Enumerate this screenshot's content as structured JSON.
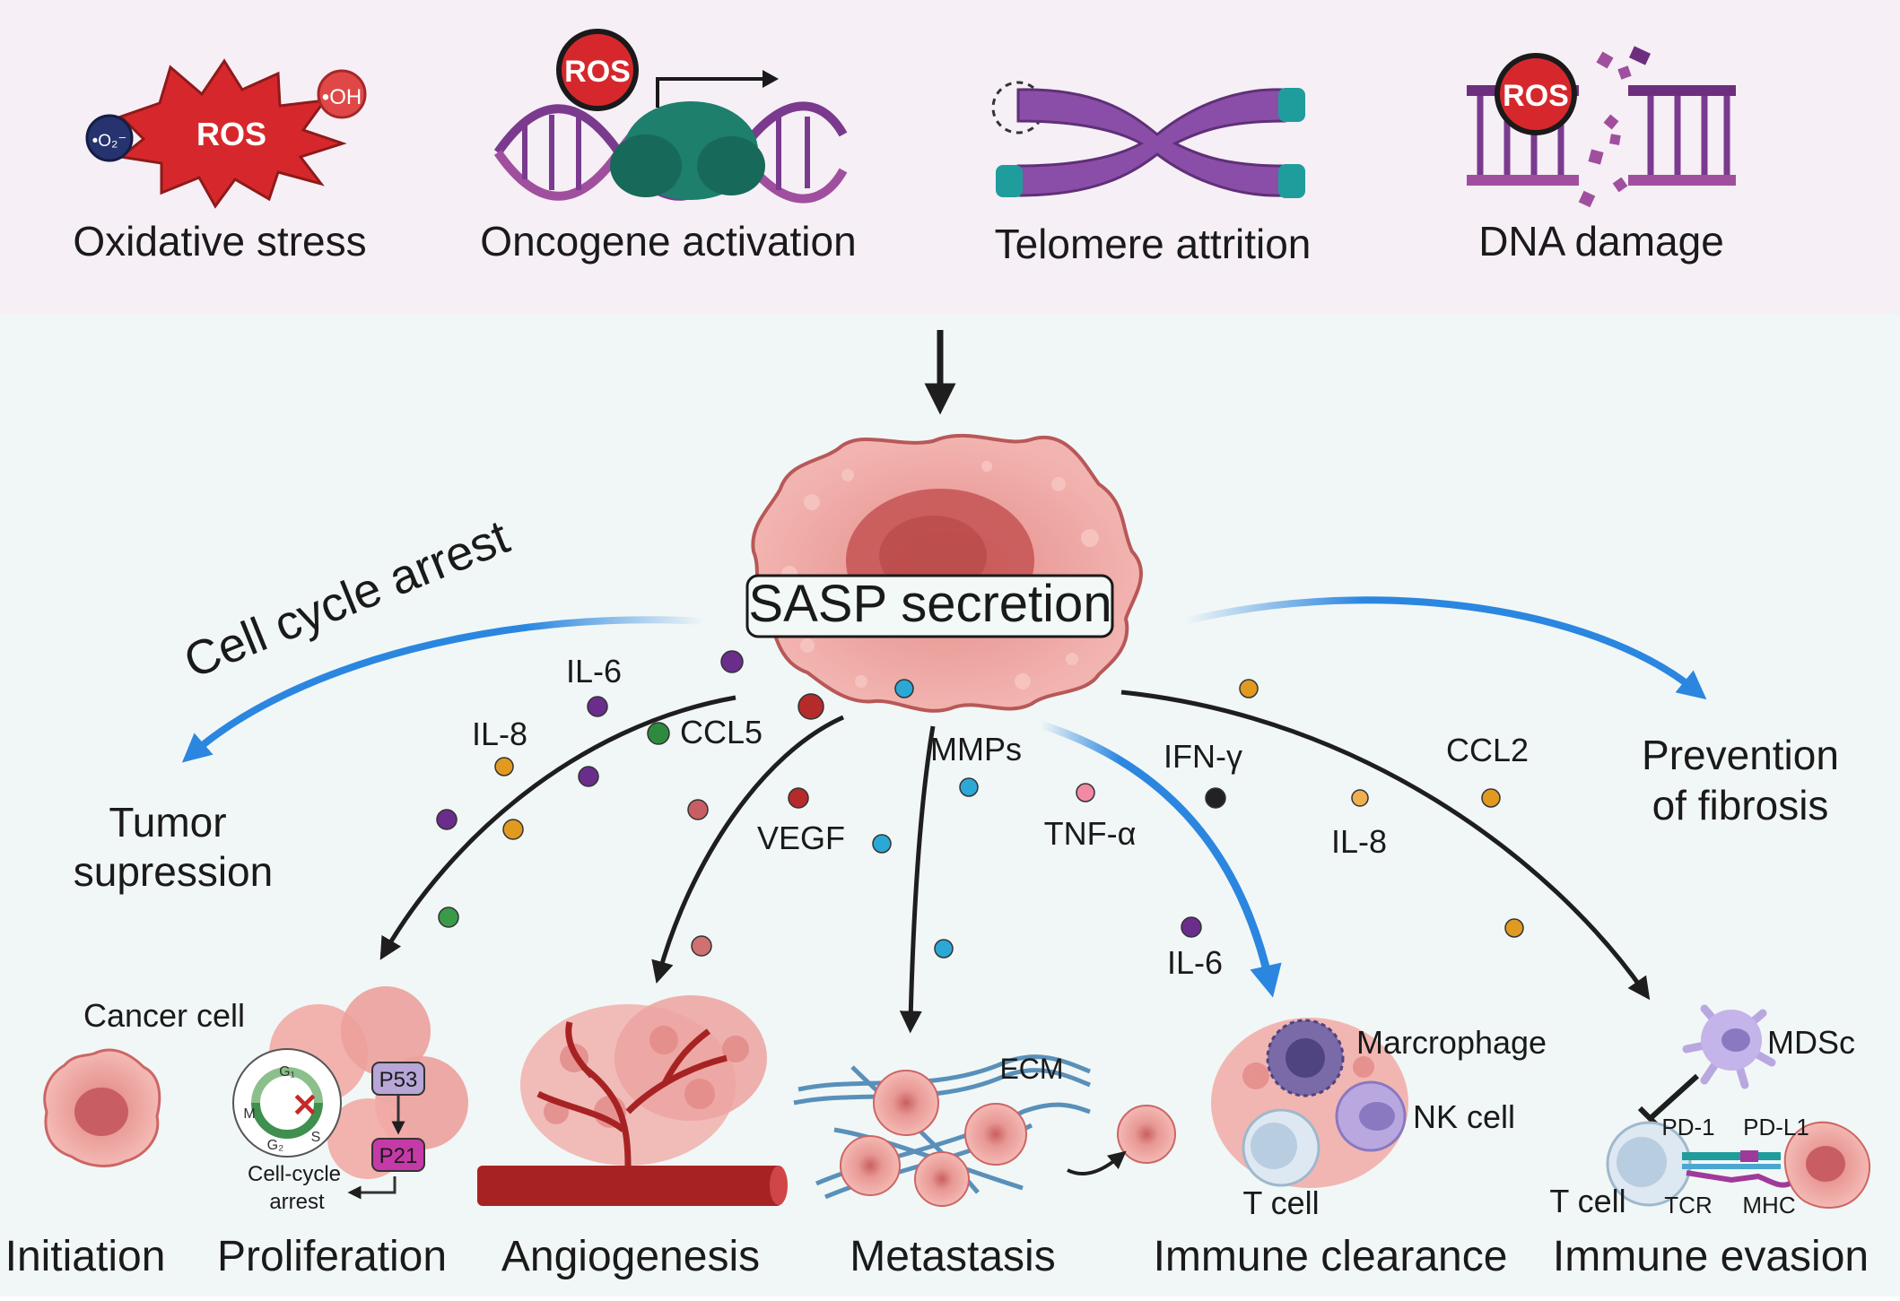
{
  "triggers": {
    "oxidative": "Oxidative stress",
    "oncogene": "Oncogene activation",
    "telomere": "Telomere attrition",
    "dna": "DNA damage",
    "ros": "ROS",
    "oh": "•OH",
    "o2": "•O₂⁻"
  },
  "center": {
    "label": "SASP secretion"
  },
  "effects": {
    "cell_cycle_arrest": "Cell cycle arrest",
    "tumor_line1": "Tumor",
    "tumor_line2": "supression",
    "fibrosis_line1": "Prevention",
    "fibrosis_line2": "of fibrosis"
  },
  "factors": {
    "il6_a": "IL-6",
    "il8_a": "IL-8",
    "ccl5": "CCL5",
    "vegf": "VEGF",
    "mmps": "MMPs",
    "tnfa": "TNF-α",
    "ifng": "IFN-γ",
    "il6_b": "IL-6",
    "ccl2": "CCL2",
    "il8_b": "IL-8"
  },
  "outcomes": {
    "initiation": "Initiation",
    "proliferation": "Proliferation",
    "angiogenesis": "Angiogenesis",
    "metastasis": "Metastasis",
    "clearance": "Immune clearance",
    "evasion": "Immune evasion"
  },
  "cells": {
    "cancer": "Cancer cell",
    "macrophage": "Marcrophage",
    "nk": "NK cell",
    "tcell_a": "T cell",
    "mdsc": "MDSc",
    "pd1": "PD-1",
    "pdl1": "PD-L1",
    "tcell_b": "T cell",
    "tcr": "TCR",
    "mhc": "MHC",
    "ecm": "ECM",
    "p53": "P53",
    "p21": "P21",
    "arrest_line1": "Cell-cycle",
    "arrest_line2": "arrest",
    "g1": "G₁",
    "g2": "G₂",
    "m": "M",
    "s": "S"
  },
  "colors": {
    "top_bg": "#f6eff6",
    "bottom_bg": "#f1f7f6",
    "arrow_blue": "#2b86e0",
    "arrow_black": "#1e1e1e",
    "ros_red": "#d32a2a",
    "cell_pink": "#eb9a98",
    "dna_purple": "#7a3a8e",
    "chromosome": "#8a4ea8",
    "telomere_teal": "#1f9c9c"
  }
}
